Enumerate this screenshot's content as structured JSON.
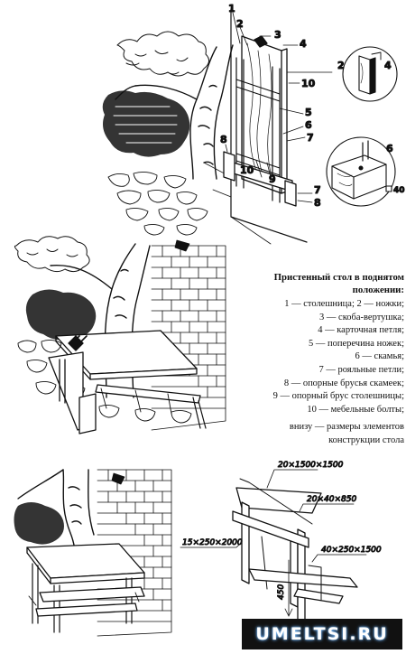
{
  "caption": {
    "title": "Пристенный стол в поднятом положении:",
    "items": [
      "1 — столешница; 2 — ножки;",
      "3 — скоба-вертушка;",
      "4 — карточная петля;",
      "5 — поперечина ножек;",
      "6 — скамья;",
      "7 — рояльные петли;",
      "8 — опорные брусья скамеек;",
      "9 — опорный брус столешницы;",
      "10 — мебельные болты;"
    ],
    "footnote": "внизу — размеры элементов конструкции стола"
  },
  "callouts": {
    "c1": "1",
    "c2": "2",
    "c3": "3",
    "c4": "4",
    "c5": "5",
    "c6": "6",
    "c7": "7",
    "c8": "8",
    "c9": "9",
    "c10a": "10",
    "c10b": "10",
    "d2": "2",
    "d4": "4",
    "d6": "6",
    "d7": "7",
    "d8": "8",
    "d40": "40"
  },
  "dimensions": {
    "d1": "20×1500×1500",
    "d2": "20×40×850",
    "d3": "15×250×2000",
    "d4": "40×250×1500",
    "d5": "450"
  },
  "watermark": "UMELTSI.RU"
}
